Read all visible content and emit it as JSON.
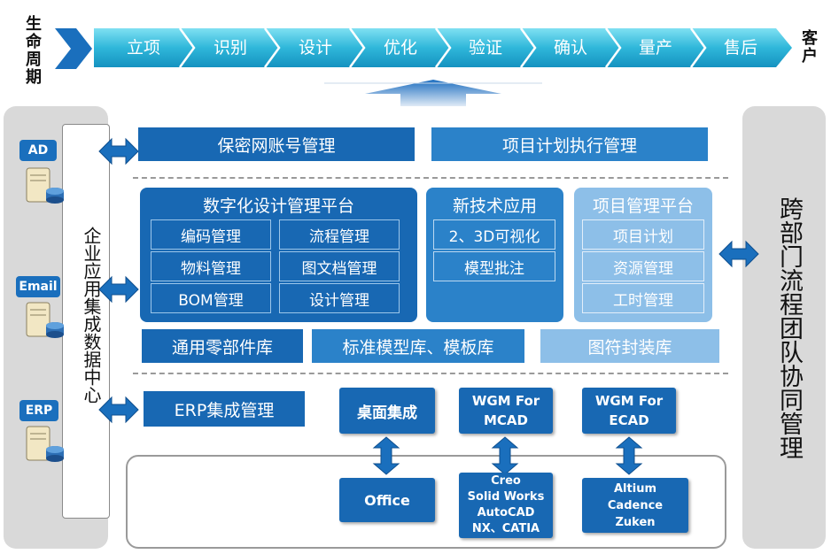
{
  "lifecycle": {
    "label": "生命周期",
    "customer": "客户",
    "stages": [
      "立项",
      "识别",
      "设计",
      "优化",
      "验证",
      "确认",
      "量产",
      "售后"
    ]
  },
  "left": {
    "center_title": "企业应用集成数据中心",
    "systems": [
      "AD",
      "Email",
      "ERP"
    ]
  },
  "right": {
    "title": "跨部门流程团队协同管理"
  },
  "top_row": {
    "secret": "保密网账号管理",
    "project_exec": "项目计划执行管理"
  },
  "platforms": {
    "digital": {
      "title": "数字化设计管理平台",
      "items": [
        "编码管理",
        "流程管理",
        "物料管理",
        "图文档管理",
        "BOM管理",
        "设计管理"
      ]
    },
    "newtech": {
      "title": "新技术应用",
      "items": [
        "2、3D可视化",
        "模型批注"
      ]
    },
    "project": {
      "title": "项目管理平台",
      "items": [
        "项目计划",
        "资源管理",
        "工时管理"
      ]
    }
  },
  "libraries": [
    "通用零部件库",
    "标准模型库、模板库",
    "图符封装库"
  ],
  "integration": {
    "erp": "ERP集成管理",
    "desktop": "桌面集成",
    "wgm_mcad": "WGM For\nMCAD",
    "wgm_ecad": "WGM For\nECAD"
  },
  "tools": {
    "office": "Office",
    "mcad_tools": "Creo\nSolid Works\nAutoCAD\nNX、CATIA",
    "ecad_tools": "Altium\nCadence\nZuken"
  },
  "colors": {
    "dark_blue": "#1868b3",
    "mid_blue": "#2b82c9",
    "light_blue": "#8dbfe8",
    "cyan_arrow": "#3fc6e2",
    "panel_gray": "#d9d9d9"
  }
}
